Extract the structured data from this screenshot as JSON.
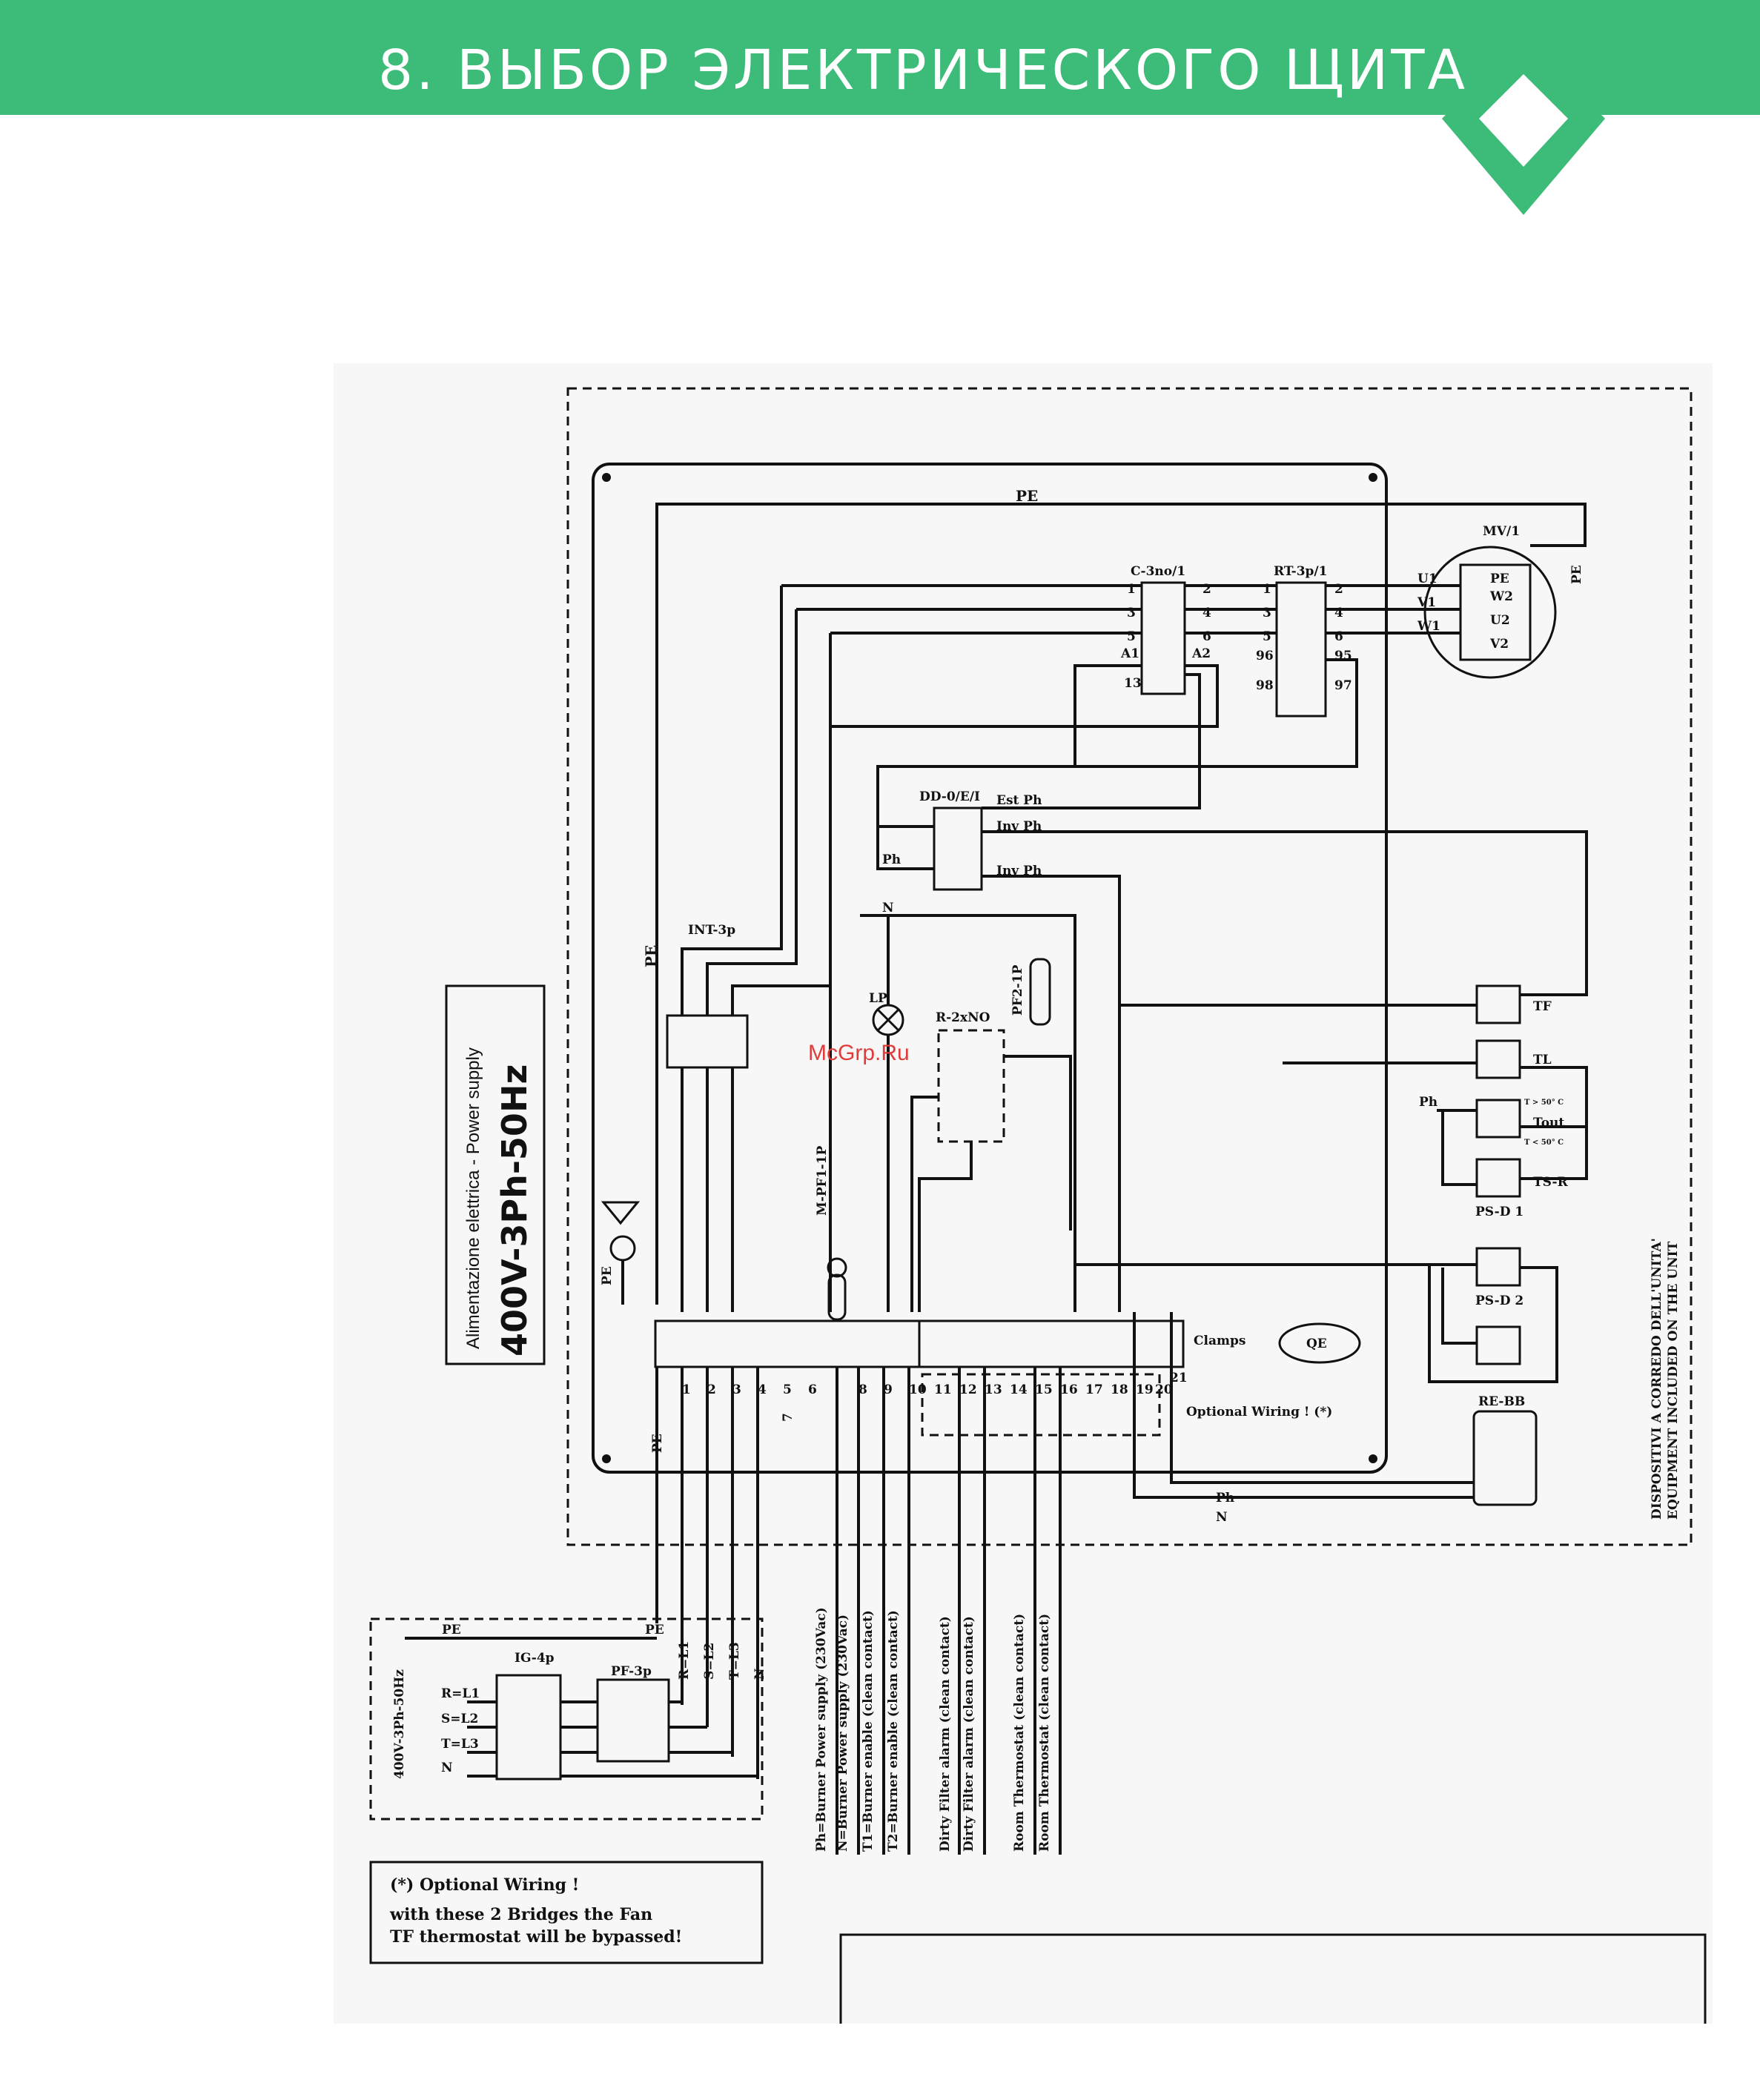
{
  "header": {
    "title": "8. ВЫБОР ЭЛЕКТРИЧЕСКОГО ЩИТА",
    "accent_color": "#3dbb78"
  },
  "watermark": "McGrp.Ru",
  "power_supply": {
    "label": "Alimentazione elettrica - Power supply",
    "rating": "400V-3Ph-50Hz"
  },
  "components": {
    "contactor": "C-3no/1",
    "thermal_relay": "RT-3p/1",
    "motor": "MV/1",
    "selector": "DD-0/E/I",
    "main_switch": "INT-3p",
    "relay": "R-2xNO",
    "lamp": "LP",
    "fuse_pf2": "PF2-1P",
    "fuse_mpf": "M-PF1-1P",
    "clamps": "Clamps",
    "qe": "QE",
    "remote_box": "RE-BB",
    "isolator": "IG-4p",
    "fuse_block": "PF-3p",
    "ps_d1": "PS-D 1",
    "ps_d2": "PS-D 2",
    "tf": "TF",
    "tl": "TL",
    "tout": "Tout",
    "tsr": "TS-R"
  },
  "wire_labels": {
    "pe": "PE",
    "n": "N",
    "ph": "Ph",
    "est_ph": "Est Ph",
    "inv_ph": "Inv Ph",
    "u1": "U1",
    "v1": "V1",
    "w1": "W1",
    "u2": "U2",
    "v2": "V2",
    "w2": "W2",
    "r": "R=L1",
    "s": "S=L2",
    "t": "T=L3",
    "rating_small": "400V-3Ph-50Hz",
    "a1": "A1",
    "a2": "A2",
    "t_gt": "T > 50° C",
    "t_lt": "T < 50° C"
  },
  "contactor_pins": [
    "1",
    "2",
    "3",
    "4",
    "5",
    "6",
    "13"
  ],
  "relay_pins": [
    "1",
    "2",
    "3",
    "4",
    "5",
    "6",
    "96",
    "95",
    "98",
    "97"
  ],
  "terminal_numbers": [
    "1",
    "2",
    "3",
    "4",
    "5",
    "6",
    "7",
    "8",
    "9",
    "10",
    "11",
    "12",
    "13",
    "14",
    "15",
    "16",
    "17",
    "18",
    "19",
    "20",
    "21"
  ],
  "terminal_functions": [
    "Ph=Burner Power supply (230Vac)",
    "N=Burner Power supply (230Vac)",
    "T1=Burner enable (clean contact)",
    "T2=Burner enable (clean contact)",
    "Dirty Filter alarm (clean contact)",
    "Dirty Filter alarm (clean contact)",
    "Room Thermostat (clean contact)",
    "Room Thermostat (clean contact)"
  ],
  "optional_wiring_label": "Optional Wiring ! (*)",
  "side_note": [
    "DISPOSITIVI A CORREDO DELL'UNITA'",
    "EQUIPMENT INCLUDED ON THE UNIT"
  ],
  "note_box": {
    "title": "(*) Optional Wiring !",
    "line1": "with these 2 Bridges the Fan",
    "line2": "TF thermostat will be bypassed!"
  }
}
